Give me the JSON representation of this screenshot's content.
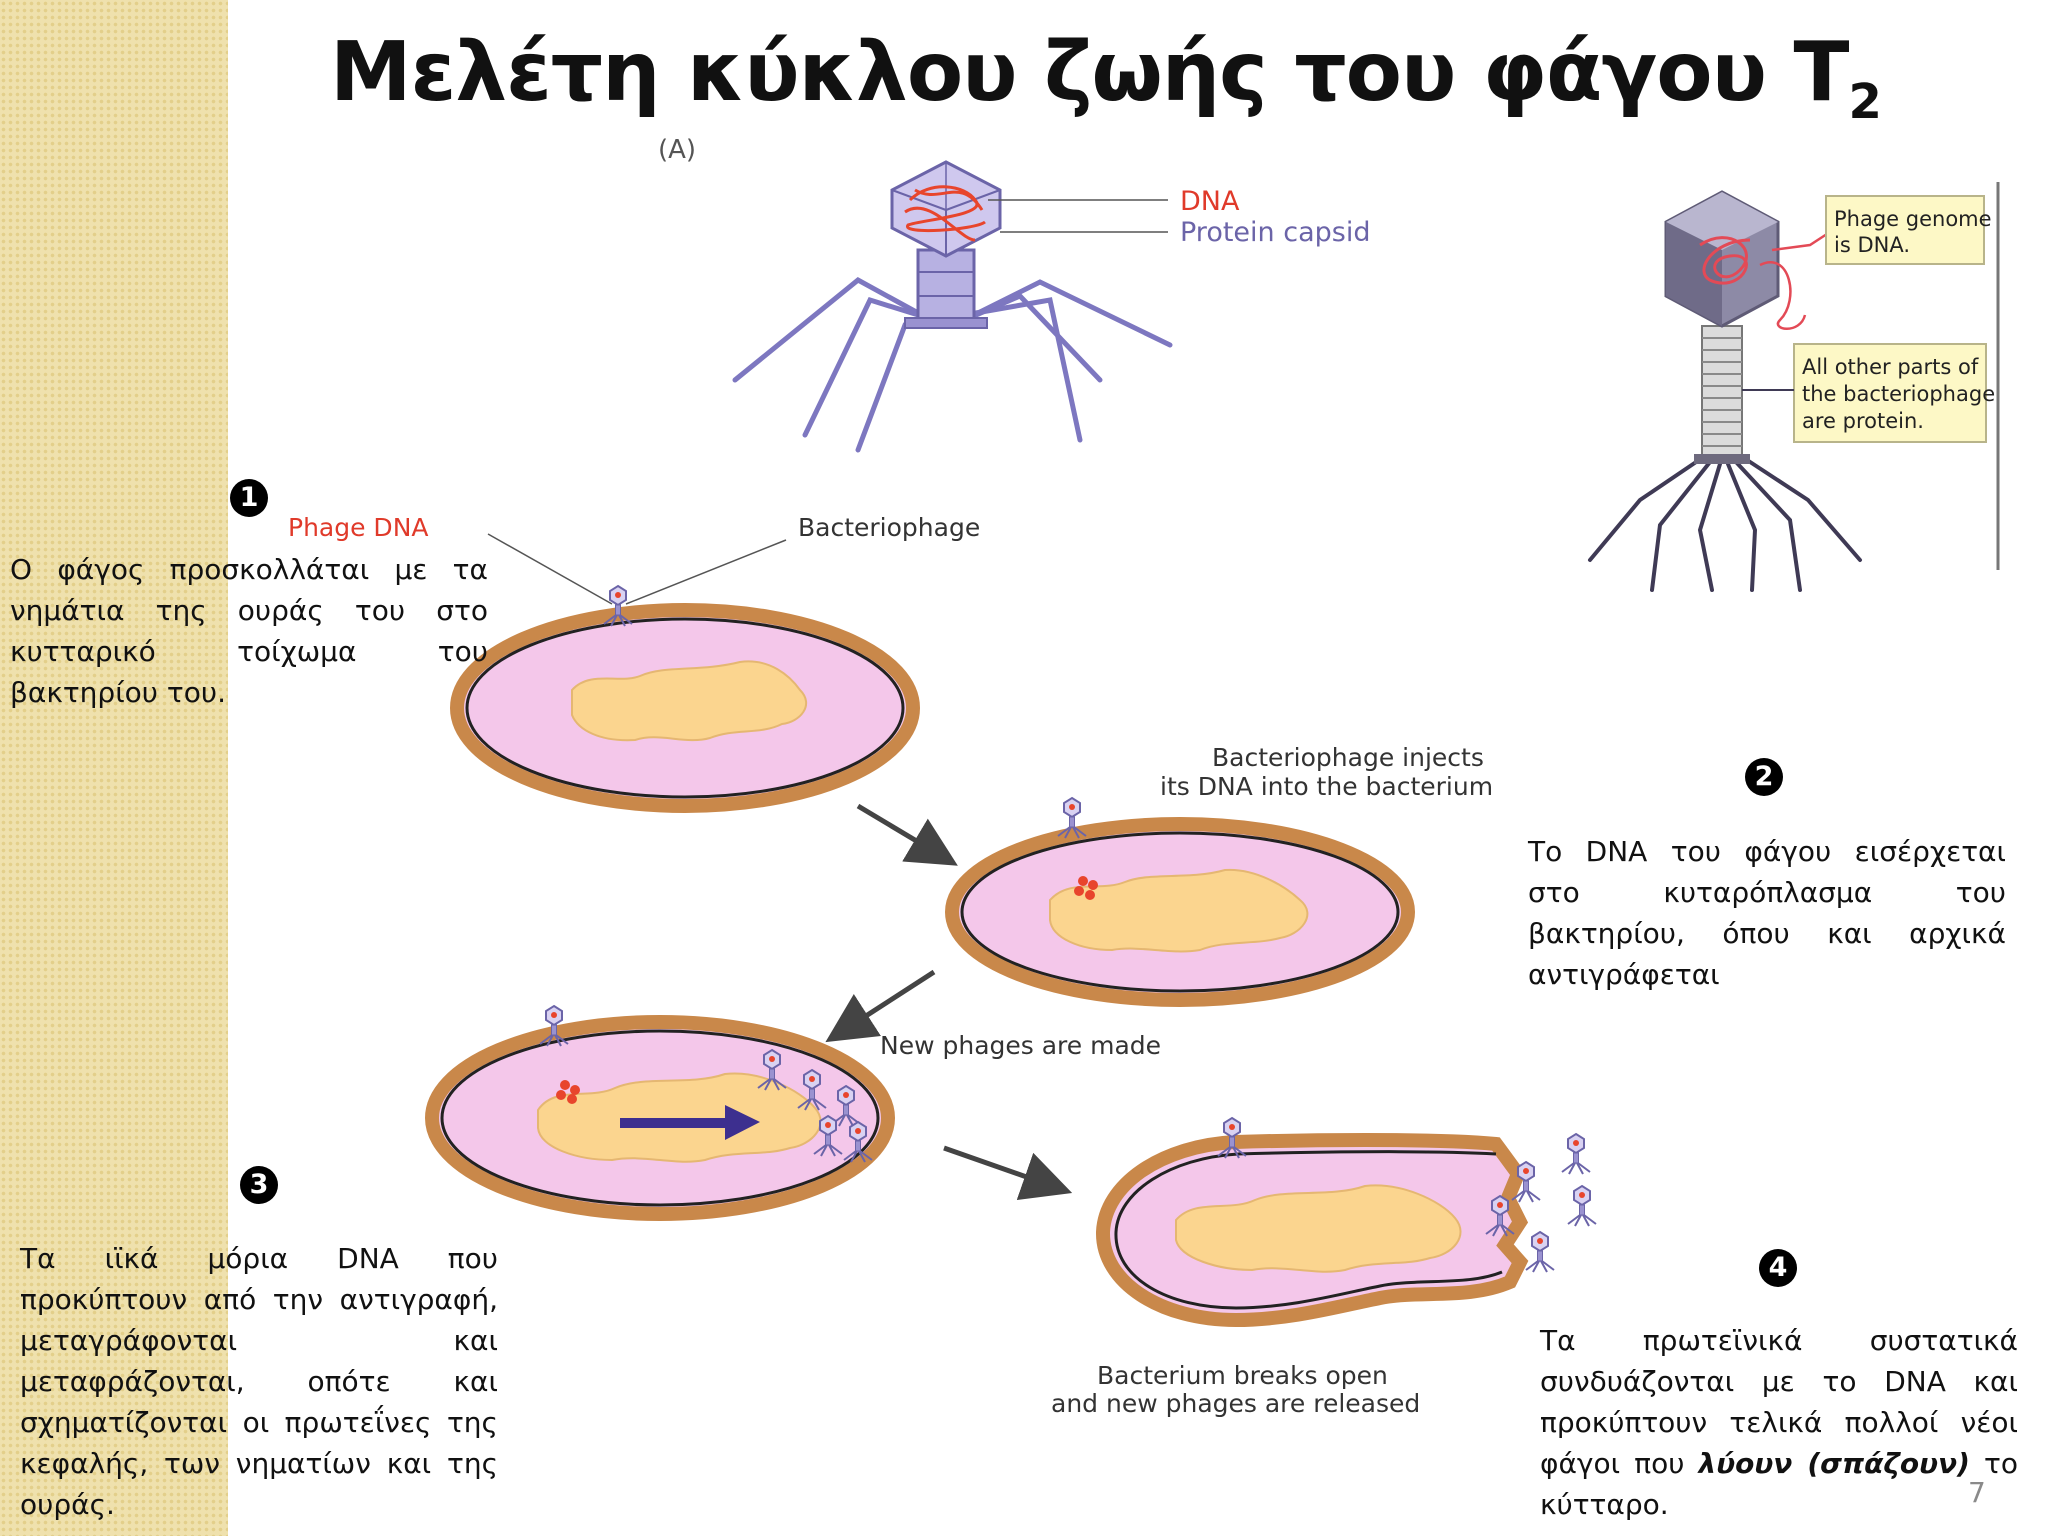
{
  "slide": {
    "title": "Μελέτη κύκλου ζωής του φάγου Τ",
    "title_sub": "2",
    "slide_number": "7"
  },
  "diagram_labels": {
    "panel_a": "(A)",
    "dna": "DNA",
    "protein_capsid": "Protein capsid",
    "phage_genome": [
      "Phage genome",
      "is DNA."
    ],
    "other_parts": [
      "All other parts of",
      "the bacteriophage",
      "are protein."
    ],
    "phage_dna": "Phage DNA",
    "bacteriophage": "Bacteriophage",
    "injects": [
      "Bacteriophage injects",
      "its DNA into the bacterium"
    ],
    "new_phages": "New phages are made",
    "breaks_open": [
      "Bacterium breaks open",
      "and new phages are released"
    ]
  },
  "steps": [
    {
      "number": "1",
      "text": "Ο φάγος προσκολλάται με τα νημάτια της ουράς του στο κυτταρικό τοίχωμα του βακτηρίου του."
    },
    {
      "number": "2",
      "text": "Το DNA του φάγου εισέρχεται στο κυταρόπλασμα του βακτηρίου, όπου και αρχικά αντιγράφεται"
    },
    {
      "number": "3",
      "text": "Τα ιϊκά μόρια DNA που προκύπτουν από την αντιγραφή, μεταγράφονται και μεταφράζονται, οπότε και σχηματίζονται οι πρωτεΐνες της κεφαλής, των νηματίων και της ουράς."
    },
    {
      "number": "4",
      "text_before": "Τα πρωτεϊνικά συστατικά συνδυάζονται με το DNA και προκύπτουν τελικά πολλοί νέοι φάγοι που ",
      "text_emph": "λύουν (σπάζουν)",
      "text_after": " το κύτταρο."
    }
  ],
  "colors": {
    "sidebar": "#efe1ad",
    "cell_fill": "#f4c7ea",
    "cell_wall": "#c9884a",
    "nucleoid": "#fbd58f",
    "phage": "#8e86c9",
    "dna_red": "#e8452c",
    "callout_fill": "#fdf8c6"
  }
}
